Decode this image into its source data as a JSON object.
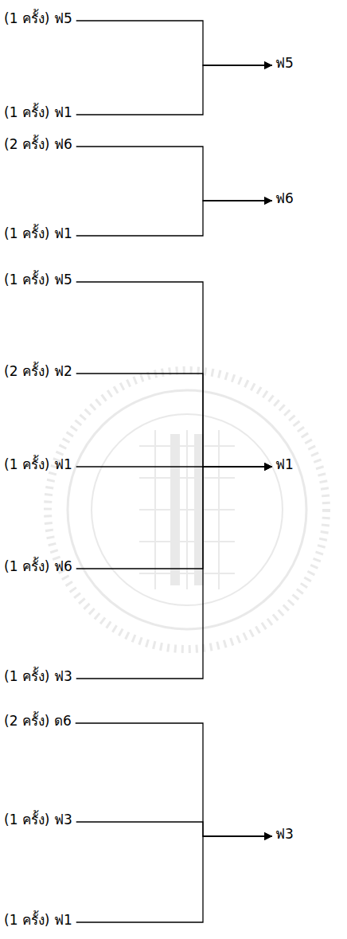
{
  "diagram": {
    "nodes": [
      {
        "text": [
          "(1 ครั้ง) ฟ5"
        ]
      },
      {
        "text": [
          "(1 ครั้ง) ฟ1"
        ]
      },
      {
        "text": [
          "ฟ5"
        ]
      },
      {
        "text": [
          "(2 ครั้ง) ฟ6"
        ]
      },
      {
        "text": [
          "(1 ครั้ง) ฟ1"
        ]
      },
      {
        "text": [
          "ฟ6"
        ]
      },
      {
        "text": [
          "(1 ครั้ง) ฟ5"
        ]
      },
      {
        "text": [
          "(2 ครั้ง) ฟ2"
        ]
      },
      {
        "text": [
          "(1 ครั้ง) ฟ1"
        ]
      },
      {
        "text": [
          "ฟ1"
        ]
      },
      {
        "text": [
          "(1 ครั้ง) ฟ6"
        ]
      },
      {
        "text": [
          "(1 ครั้ง) ฟ3"
        ]
      },
      {
        "text": [
          "(2 ครั้ง) ด6"
        ]
      },
      {
        "text": [
          "(1 ครั้ง) ฟ3"
        ]
      },
      {
        "text": [
          "ฟ3"
        ]
      },
      {
        "text": [
          "(1 ครั้ง) ฟ1"
        ]
      }
    ],
    "edges": [
      {
        "from": 0,
        "to": 2,
        "arrow": "to"
      },
      {
        "from": 1,
        "to": 2,
        "arrow": "to"
      },
      {
        "from": 3,
        "to": 5,
        "arrow": "to"
      },
      {
        "from": 4,
        "to": 5,
        "arrow": "to"
      },
      {
        "from": 6,
        "to": 9,
        "arrow": "to"
      },
      {
        "from": 7,
        "to": 9,
        "arrow": "to"
      },
      {
        "from": 8,
        "to": 9,
        "arrow": "to"
      },
      {
        "from": 10,
        "to": 9,
        "arrow": "to"
      },
      {
        "from": 11,
        "to": 9,
        "arrow": "to"
      },
      {
        "from": 12,
        "to": 14,
        "arrow": "to"
      },
      {
        "from": 13,
        "to": 14,
        "arrow": "to"
      },
      {
        "from": 15,
        "to": 14,
        "arrow": "to"
      }
    ]
  }
}
